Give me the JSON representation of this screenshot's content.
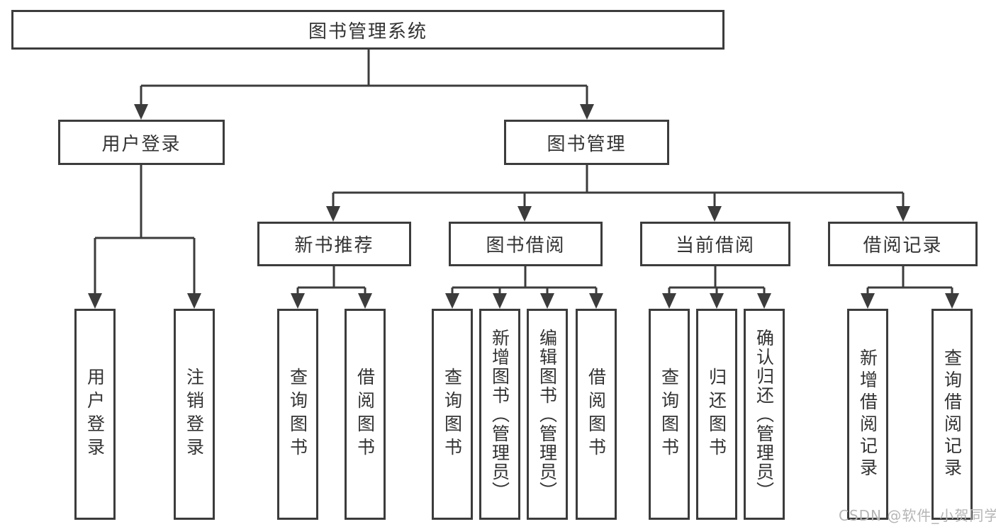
{
  "title": {
    "label": "图书管理系统"
  },
  "branches": {
    "user_login": {
      "label": "用户登录",
      "children": {
        "login": "用户登录",
        "logout": "注销登录"
      }
    },
    "book_management": {
      "label": "图书管理",
      "sections": {
        "new_books": {
          "label": "新书推荐",
          "children": {
            "query": "查询图书",
            "borrow": "借阅图书"
          }
        },
        "book_borrowing": {
          "label": "图书借阅",
          "children": {
            "query": "查询图书",
            "add": "新增图书（管理员）",
            "edit": "编辑图书（管理员）",
            "borrow": "借阅图书"
          }
        },
        "current_borrowing": {
          "label": "当前借阅",
          "children": {
            "query": "查询图书",
            "return": "归还图书",
            "confirm": "确认归还（管理员）"
          }
        },
        "borrowing_records": {
          "label": "借阅记录",
          "children": {
            "add": "新增借阅记录",
            "query": "查询借阅记录"
          }
        }
      }
    }
  },
  "watermark": "CSDN @软件_小贺同学",
  "colors": {
    "line": "#3c3c3c",
    "text": "#333333",
    "watermark": "#b5b5b5",
    "background": "#ffffff"
  }
}
